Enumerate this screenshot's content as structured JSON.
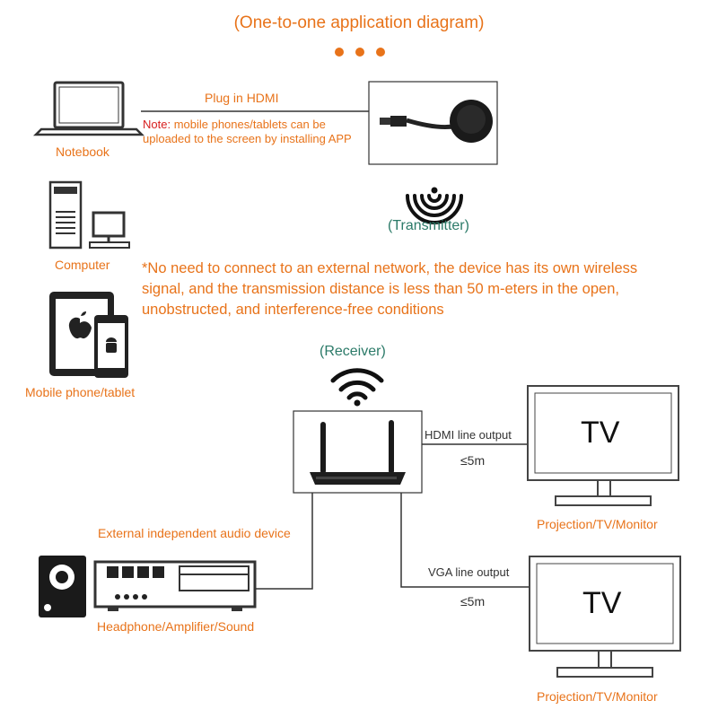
{
  "title": "(One-to-one application diagram)",
  "labels": {
    "plug_in_hdmi": "Plug in HDMI",
    "note_prefix": "Note:",
    "note_body": " mobile phones/tablets can be uploaded to the screen by installing APP",
    "notebook": "Notebook",
    "computer": "Computer",
    "mobile": "Mobile phone/tablet",
    "transmitter": "(Transmitter)",
    "receiver": "(Receiver)",
    "network_note": "*No need to connect to an external network, the device has its own wireless signal, and the transmission distance is less than 50 m-eters in the open, unobstructed, and interference-free conditions",
    "hdmi_output": "HDMI line output",
    "hdmi_distance": "≤5m",
    "vga_output": "VGA line output",
    "vga_distance": "≤5m",
    "audio_device": "External independent audio device",
    "audio_caption": "Headphone/Amplifier/Sound",
    "tv_text_1": "TV",
    "tv_text_2": "TV",
    "monitor_caption_1": "Projection/TV/Monitor",
    "monitor_caption_2": "Projection/TV/Monitor"
  },
  "colors": {
    "accent": "#e8731a",
    "teal": "#2b7a68",
    "note_red": "#d81f1f"
  }
}
